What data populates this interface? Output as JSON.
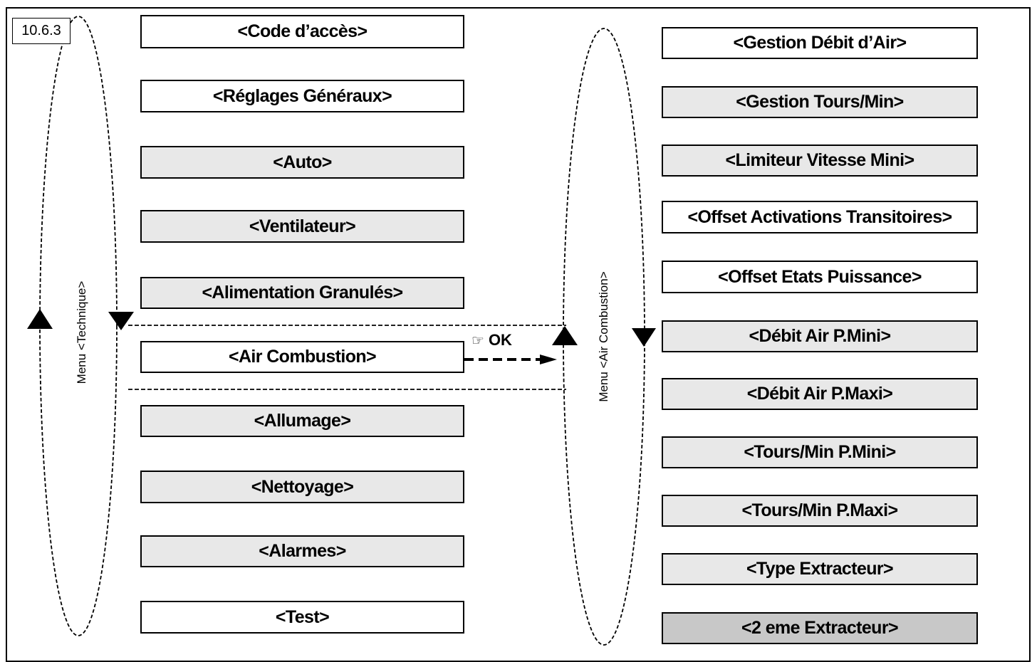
{
  "figure_label": "10.6.3",
  "left_menu": {
    "title": "Menu <Technique>",
    "items": [
      {
        "label": "<Code d’accès>",
        "fill": "#ffffff"
      },
      {
        "label": "<Réglages Généraux>",
        "fill": "#ffffff"
      },
      {
        "label": "<Auto>",
        "fill": "#e8e8e8"
      },
      {
        "label": "<Ventilateur>",
        "fill": "#e8e8e8"
      },
      {
        "label": "<Alimentation Granulés>",
        "fill": "#e8e8e8"
      },
      {
        "label": "<Air Combustion>",
        "fill": "#ffffff"
      },
      {
        "label": "<Allumage>",
        "fill": "#e8e8e8"
      },
      {
        "label": "<Nettoyage>",
        "fill": "#e8e8e8"
      },
      {
        "label": "<Alarmes>",
        "fill": "#e8e8e8"
      },
      {
        "label": "<Test>",
        "fill": "#ffffff"
      }
    ]
  },
  "right_menu": {
    "title": "Menu <Air Combustion>",
    "items": [
      {
        "label": "<Gestion Débit d’Air>",
        "fill": "#ffffff"
      },
      {
        "label": "<Gestion Tours/Min>",
        "fill": "#e8e8e8"
      },
      {
        "label": "<Limiteur Vitesse Mini>",
        "fill": "#e8e8e8"
      },
      {
        "label": "<Offset Activations Transitoires>",
        "fill": "#ffffff"
      },
      {
        "label": "<Offset Etats Puissance>",
        "fill": "#ffffff"
      },
      {
        "label": "<Débit Air P.Mini>",
        "fill": "#e8e8e8"
      },
      {
        "label": "<Débit Air P.Maxi>",
        "fill": "#e8e8e8"
      },
      {
        "label": "<Tours/Min P.Mini>",
        "fill": "#e8e8e8"
      },
      {
        "label": "<Tours/Min P.Maxi>",
        "fill": "#e8e8e8"
      },
      {
        "label": "<Type Extracteur>",
        "fill": "#e8e8e8"
      },
      {
        "label": "<2 eme Extracteur>",
        "fill": "#c8c8c8"
      }
    ]
  },
  "transition": {
    "label": "OK",
    "icon": "pointing-hand-icon"
  }
}
